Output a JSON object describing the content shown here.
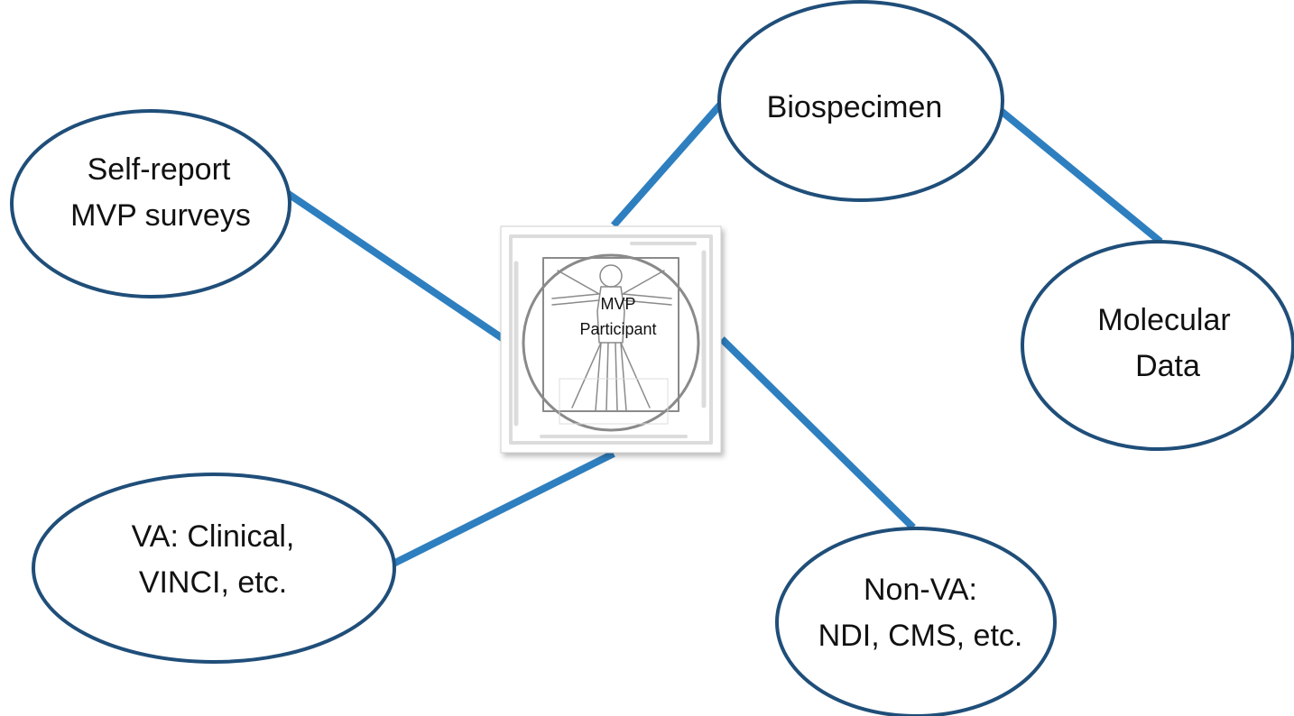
{
  "colors": {
    "node_stroke": "#1f4e79",
    "connector": "#2e7fbf",
    "figure_line": "#8a8a8a",
    "figure_frame": "#dcdcdc",
    "text": "#111111"
  },
  "center": {
    "icon": "vitruvian-man-icon",
    "line1": "MVP",
    "line2": "Participant"
  },
  "nodes": {
    "self_report": {
      "line1": "Self-report",
      "line2": "MVP surveys"
    },
    "biospecimen": {
      "line1": "Biospecimen"
    },
    "molecular": {
      "line1": "Molecular",
      "line2": "Data"
    },
    "va_clinical": {
      "line1": "VA: Clinical,",
      "line2": "VINCI, etc."
    },
    "non_va": {
      "line1": "Non-VA:",
      "line2": "NDI, CMS, etc."
    }
  }
}
